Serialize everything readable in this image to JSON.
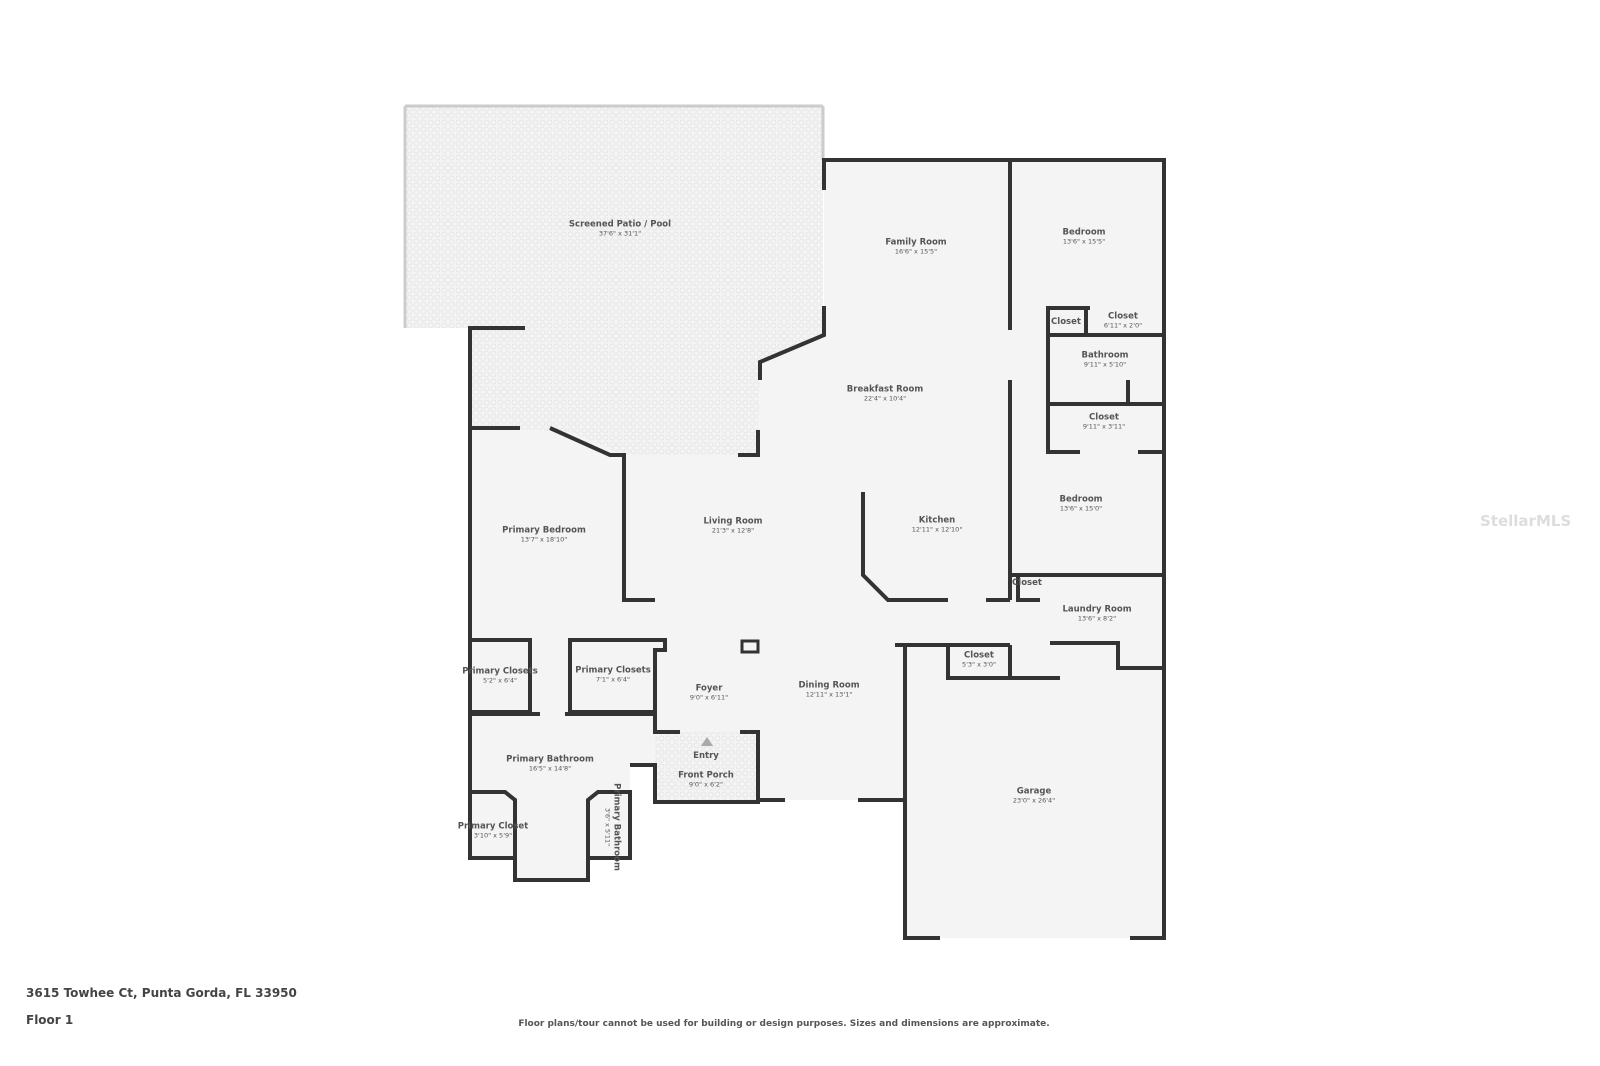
{
  "address": "3615 Towhee Ct, Punta Gorda, FL 33950",
  "floor": "Floor 1",
  "disclaimer": "Floor plans/tour cannot be used for building or design purposes. Sizes and dimensions are approximate.",
  "watermark": "StellarMLS",
  "colors": {
    "wall": "#333333",
    "floor": "#f4f4f4",
    "text": "#555555"
  },
  "rooms": [
    {
      "name": "Screened Patio / Pool",
      "dims": "37'6\" x 31'1\""
    },
    {
      "name": "Family Room",
      "dims": "16'6\" x 15'5\""
    },
    {
      "name": "Bedroom",
      "dims": "13'6\" x 15'5\""
    },
    {
      "name": "Closet",
      "dims": ""
    },
    {
      "name": "Closet",
      "dims": "6'11\" x 2'0\""
    },
    {
      "name": "Bathroom",
      "dims": "9'11\" x 5'10\""
    },
    {
      "name": "Breakfast Room",
      "dims": "22'4\" x 10'4\""
    },
    {
      "name": "Closet",
      "dims": "9'11\" x 3'11\""
    },
    {
      "name": "Bedroom",
      "dims": "13'6\" x 15'0\""
    },
    {
      "name": "Primary Bedroom",
      "dims": "13'7\" x 18'10\""
    },
    {
      "name": "Living Room",
      "dims": "21'3\" x 12'8\""
    },
    {
      "name": "Kitchen",
      "dims": "12'11\" x 12'10\""
    },
    {
      "name": "Closet",
      "dims": ""
    },
    {
      "name": "Laundry Room",
      "dims": "13'6\" x 8'2\""
    },
    {
      "name": "Closet",
      "dims": "5'3\" x 3'0\""
    },
    {
      "name": "Primary Closets",
      "dims": "5'2\" x 6'4\""
    },
    {
      "name": "Primary Closets",
      "dims": "7'1\" x 6'4\""
    },
    {
      "name": "Foyer",
      "dims": "9'0\" x 6'11\""
    },
    {
      "name": "Dining Room",
      "dims": "12'11\" x 13'1\""
    },
    {
      "name": "Entry",
      "dims": ""
    },
    {
      "name": "Front Porch",
      "dims": "9'0\" x 6'2\""
    },
    {
      "name": "Primary Bathroom",
      "dims": "16'5\" x 14'8\""
    },
    {
      "name": "Primary Closet",
      "dims": "3'10\" x 5'9\""
    },
    {
      "name": "Primary Bathroom",
      "dims": "3'6\" x 5'11\""
    },
    {
      "name": "Garage",
      "dims": "23'0\" x 26'4\""
    }
  ]
}
